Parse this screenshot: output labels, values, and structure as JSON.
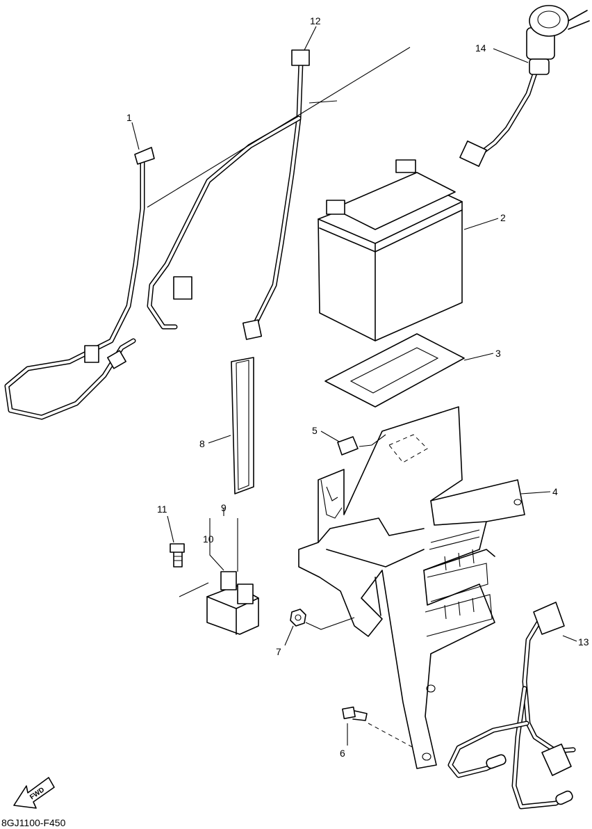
{
  "diagram_code": "8GJ1100-F450",
  "fwd_label": "FWD",
  "callouts": {
    "c1": "1",
    "c2": "2",
    "c3": "3",
    "c4": "4",
    "c5": "5",
    "c6": "6",
    "c7": "7",
    "c8": "8",
    "c9": "9",
    "c10": "10",
    "c11": "11",
    "c12": "12",
    "c13": "13",
    "c14": "14"
  }
}
